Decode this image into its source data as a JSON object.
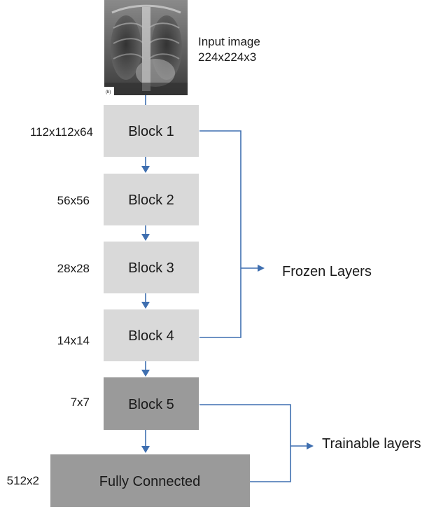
{
  "input": {
    "label_line1": "Input image",
    "label_line2": "224x224x3",
    "xray_caption": "(b)"
  },
  "blocks": [
    {
      "label": "Block 1",
      "dims": "112x112x64",
      "fill": "#d9d9d9"
    },
    {
      "label": "Block 2",
      "dims": "56x56",
      "fill": "#d9d9d9"
    },
    {
      "label": "Block 3",
      "dims": "28x28",
      "fill": "#d9d9d9"
    },
    {
      "label": "Block 4",
      "dims": "14x14",
      "fill": "#d9d9d9"
    },
    {
      "label": "Block 5",
      "dims": "7x7",
      "fill": "#9a9a9a"
    },
    {
      "label": "Fully Connected",
      "dims": "512x2",
      "fill": "#9a9a9a"
    }
  ],
  "groups": {
    "frozen": "Frozen Layers",
    "trainable": "Trainable layers"
  },
  "colors": {
    "arrow": "#3f6fb0",
    "frozen_block": "#d9d9d9",
    "trainable_block": "#9a9a9a"
  }
}
